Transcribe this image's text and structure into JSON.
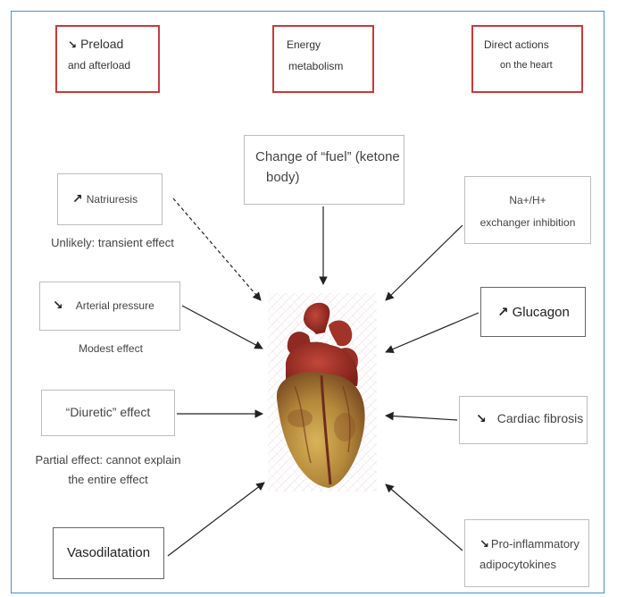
{
  "headers": {
    "preload": {
      "arrow": "↘",
      "line1": "Preload",
      "line2": "and afterload"
    },
    "energy": {
      "line1": "Energy",
      "line2": "metabolism"
    },
    "direct": {
      "line1": "Direct actions",
      "line2": "on the heart"
    }
  },
  "left": {
    "natriuresis": {
      "arrow": "↗",
      "label": "Natriuresis",
      "note": "Unlikely: transient effect"
    },
    "arterial": {
      "arrow": "↘",
      "label": "Arterial pressure",
      "note": "Modest effect"
    },
    "diuretic": {
      "label": "“Diuretic” effect",
      "note_line1": "Partial effect: cannot explain",
      "note_line2": "the entire effect"
    },
    "vaso": {
      "label": "Vasodilatation"
    }
  },
  "center": {
    "fuel_line1": "Change of “fuel” (ketone",
    "fuel_line2": "body)"
  },
  "right": {
    "nah": {
      "line1": "Na+/H+",
      "line2": "exchanger inhibition"
    },
    "glucagon": {
      "arrow": "↗",
      "label": "Glucagon"
    },
    "fibrosis": {
      "arrow": "↘",
      "label": "Cardiac fibrosis"
    },
    "proinf": {
      "arrow": "↘",
      "line1": "Pro-inflammatory",
      "line2": "adipocytokines"
    }
  },
  "colors": {
    "header_border": "#c83a3a",
    "frame_border": "#4a90c8",
    "heart_red": "#a8322a",
    "heart_gold": "#c9a24a"
  }
}
